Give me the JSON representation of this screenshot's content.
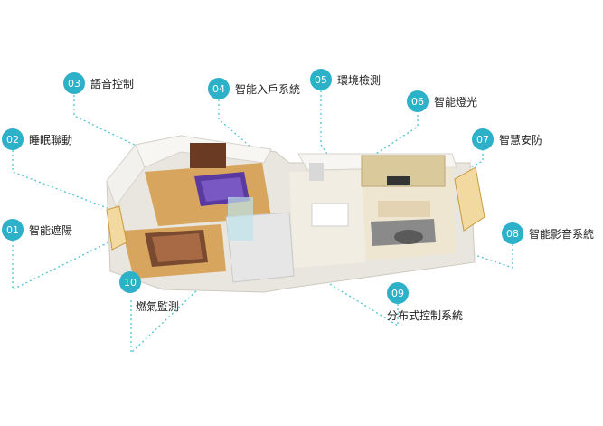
{
  "accent_color": "#2cb1c9",
  "features": [
    {
      "number": "01",
      "label": "智能遮陽"
    },
    {
      "number": "02",
      "label": "睡眠聯動"
    },
    {
      "number": "03",
      "label": "語音控制"
    },
    {
      "number": "04",
      "label": "智能入戶系統"
    },
    {
      "number": "05",
      "label": "環境檢測"
    },
    {
      "number": "06",
      "label": "智能燈光"
    },
    {
      "number": "07",
      "label": "智慧安防"
    },
    {
      "number": "08",
      "label": "智能影音系統"
    },
    {
      "number": "09",
      "label": "分布式控制系統"
    },
    {
      "number": "10",
      "label": "燃氣監測"
    }
  ]
}
